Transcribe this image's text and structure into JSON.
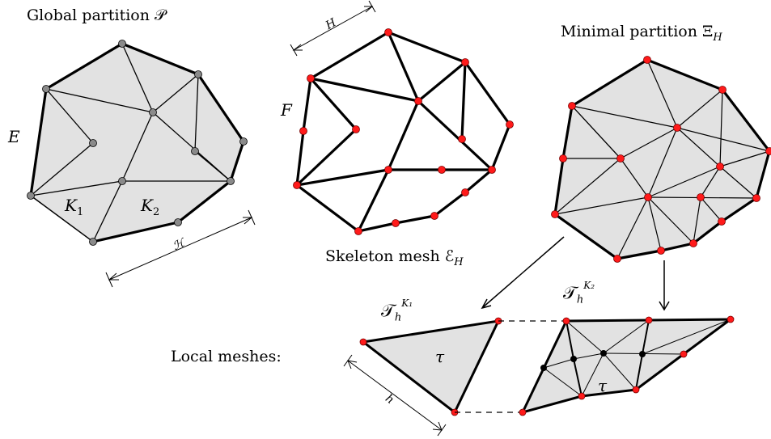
{
  "labels": {
    "global_partition": "Global partition 𝒫",
    "minimal_partition": "Minimal partition Ξ",
    "minimal_partition_sub": "H",
    "skeleton_mesh": "Skeleton mesh ℰ",
    "skeleton_mesh_sub": "H",
    "local_meshes": "Local meshes:",
    "E": "E",
    "F": "F",
    "K1": "K",
    "K1_sub": "1",
    "K2": "K",
    "K2_sub": "2",
    "T_h_K1": "𝒯",
    "T_h_K1_sub": "h",
    "T_h_K1_sup": "K₁",
    "T_h_K2": "𝒯",
    "T_h_K2_sub": "h",
    "T_h_K2_sup": "K₂",
    "tau_1": "τ",
    "tau_2": "τ",
    "dim_H_skeleton": "H",
    "dim_H_global": "ℋ",
    "dim_h_local": "h"
  },
  "colors": {
    "fill": "#e2e2e2",
    "red_vertex": "#ff1a1a",
    "gray_vertex": "#8a8a8a",
    "black_vertex": "#000000",
    "stroke": "#000000"
  }
}
